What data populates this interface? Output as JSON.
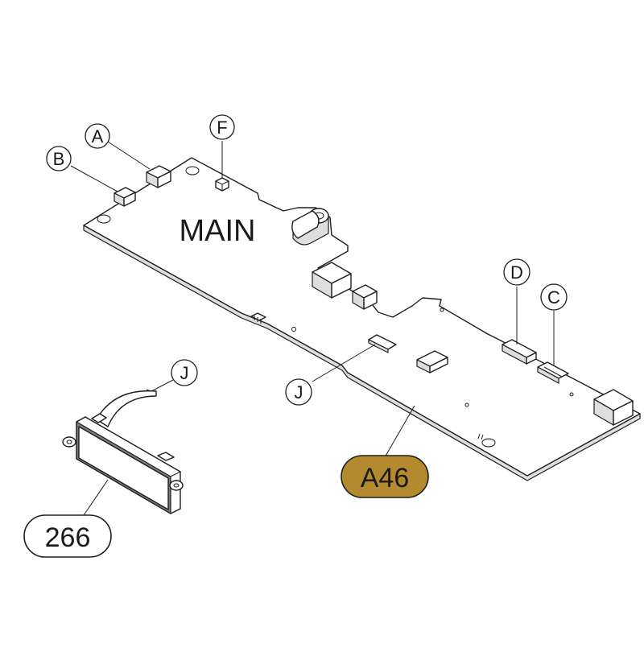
{
  "board_label": "MAIN",
  "callouts": {
    "a": "A",
    "b": "B",
    "c": "C",
    "d": "D",
    "f": "F",
    "j_cable": "J",
    "j_board": "J"
  },
  "part_numbers": {
    "board": "A46",
    "module": "266"
  },
  "colors": {
    "highlight_fill": "#B58A2E",
    "line": "#1e1e1e"
  }
}
